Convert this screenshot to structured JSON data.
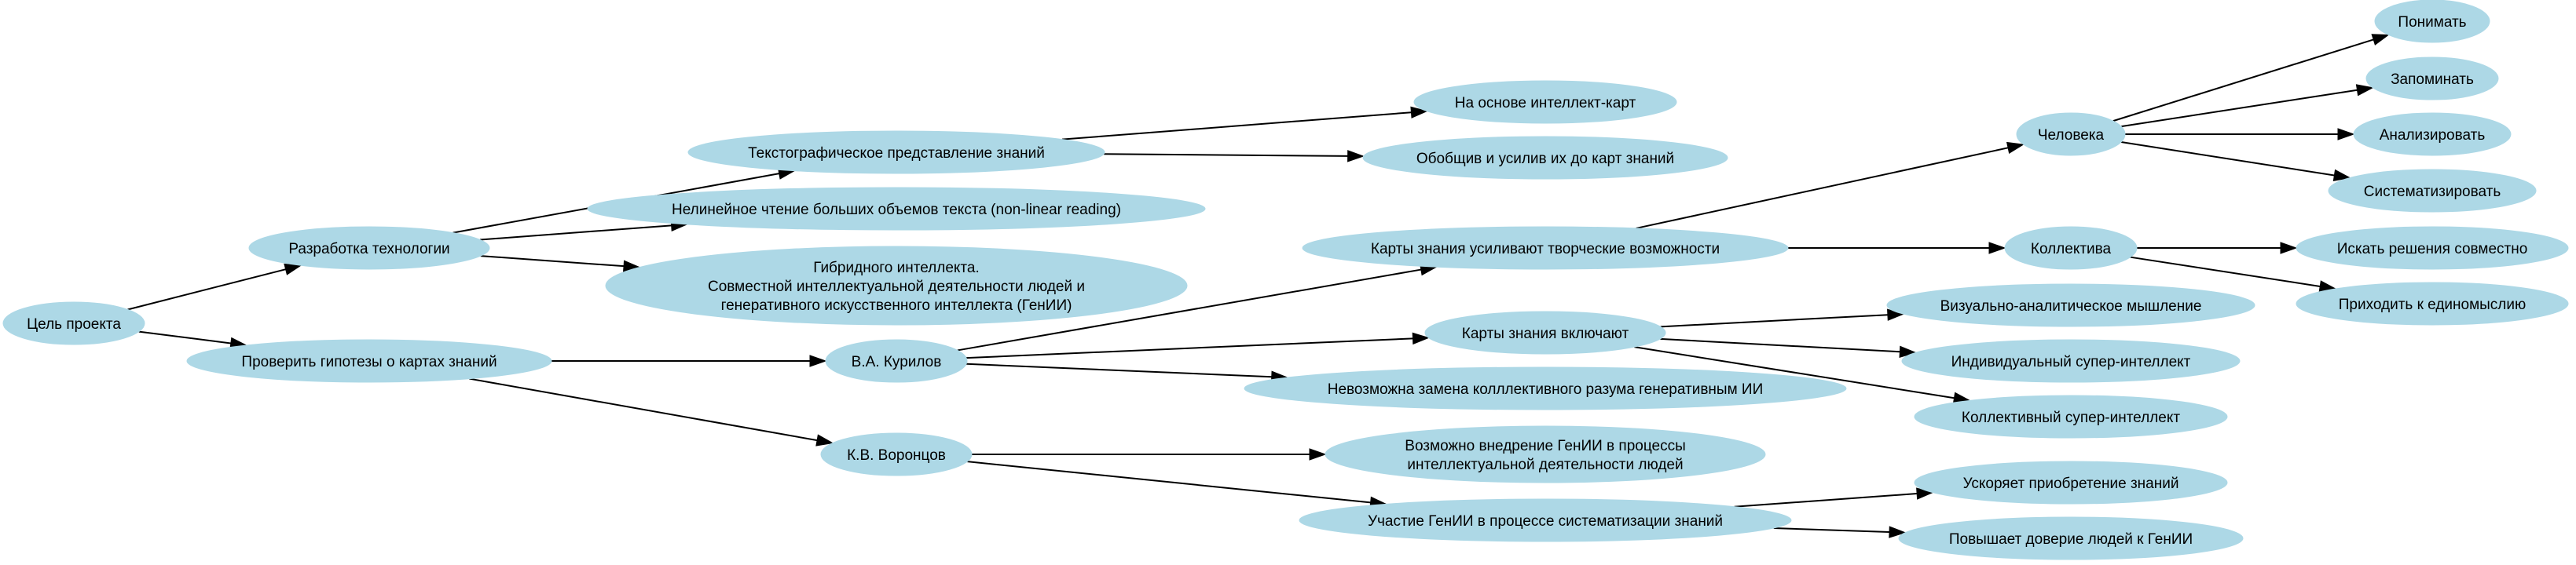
{
  "diagram": {
    "type": "mind-map",
    "node_color": "#add8e6",
    "nodes": [
      {
        "id": "goal",
        "label": [
          "Цель проекта"
        ]
      },
      {
        "id": "dev",
        "label": [
          "Разработка технологии"
        ]
      },
      {
        "id": "check",
        "label": [
          "Проверить гипотезы о картах знаний"
        ]
      },
      {
        "id": "textograph",
        "label": [
          "Текстографическое представление знаний"
        ]
      },
      {
        "id": "nonlinear",
        "label": [
          "Нелинейное чтение больших объемов текста (non-linear reading)"
        ]
      },
      {
        "id": "hybrid",
        "label": [
          "Гибридного интеллекта.",
          "Совместной интеллектуальной деятельности людей и",
          "генеративного искусственного интеллекта (ГенИИ)"
        ]
      },
      {
        "id": "kurilov",
        "label": [
          "В.А. Курилов"
        ]
      },
      {
        "id": "vorontsov",
        "label": [
          "К.В. Воронцов"
        ]
      },
      {
        "id": "mindmaps",
        "label": [
          "На основе интеллект-карт"
        ]
      },
      {
        "id": "generalize",
        "label": [
          "Обобщив и усилив их до карт знаний"
        ]
      },
      {
        "id": "creative",
        "label": [
          "Карты знания усиливают творческие возможности"
        ]
      },
      {
        "id": "include",
        "label": [
          "Карты знания включают"
        ]
      },
      {
        "id": "impossible",
        "label": [
          "Невозможна замена колллективного разума генеративным ИИ"
        ]
      },
      {
        "id": "possible",
        "label": [
          "Возможно внедрение ГенИИ в процессы",
          "интеллектуальной деятельности людей"
        ]
      },
      {
        "id": "participation",
        "label": [
          "Участие ГенИИ в процессе систематизации знаний"
        ]
      },
      {
        "id": "human",
        "label": [
          "Человека"
        ]
      },
      {
        "id": "collective",
        "label": [
          "Коллектива"
        ]
      },
      {
        "id": "visual",
        "label": [
          "Визуально-аналитическое мышление"
        ]
      },
      {
        "id": "individual",
        "label": [
          "Индивидуальный супер-интеллект"
        ]
      },
      {
        "id": "collsuper",
        "label": [
          "Коллективный супер-интеллект"
        ]
      },
      {
        "id": "accelerate",
        "label": [
          "Ускоряет приобретение знаний"
        ]
      },
      {
        "id": "trust",
        "label": [
          "Повышает доверие людей к ГенИИ"
        ]
      },
      {
        "id": "understand",
        "label": [
          "Понимать"
        ]
      },
      {
        "id": "remember",
        "label": [
          "Запоминать"
        ]
      },
      {
        "id": "analyze",
        "label": [
          "Анализировать"
        ]
      },
      {
        "id": "systematize",
        "label": [
          "Систематизировать"
        ]
      },
      {
        "id": "seek",
        "label": [
          "Искать решения совместно"
        ]
      },
      {
        "id": "consensus",
        "label": [
          "Приходить к единомыслию"
        ]
      }
    ],
    "edges": [
      [
        "goal",
        "dev"
      ],
      [
        "goal",
        "check"
      ],
      [
        "dev",
        "textograph"
      ],
      [
        "dev",
        "nonlinear"
      ],
      [
        "dev",
        "hybrid"
      ],
      [
        "check",
        "kurilov"
      ],
      [
        "check",
        "vorontsov"
      ],
      [
        "textograph",
        "mindmaps"
      ],
      [
        "textograph",
        "generalize"
      ],
      [
        "kurilov",
        "creative"
      ],
      [
        "kurilov",
        "include"
      ],
      [
        "kurilov",
        "impossible"
      ],
      [
        "vorontsov",
        "possible"
      ],
      [
        "vorontsov",
        "participation"
      ],
      [
        "creative",
        "human"
      ],
      [
        "creative",
        "collective"
      ],
      [
        "include",
        "visual"
      ],
      [
        "include",
        "individual"
      ],
      [
        "include",
        "collsuper"
      ],
      [
        "participation",
        "accelerate"
      ],
      [
        "participation",
        "trust"
      ],
      [
        "human",
        "understand"
      ],
      [
        "human",
        "remember"
      ],
      [
        "human",
        "analyze"
      ],
      [
        "human",
        "systematize"
      ],
      [
        "collective",
        "seek"
      ],
      [
        "collective",
        "consensus"
      ]
    ]
  }
}
